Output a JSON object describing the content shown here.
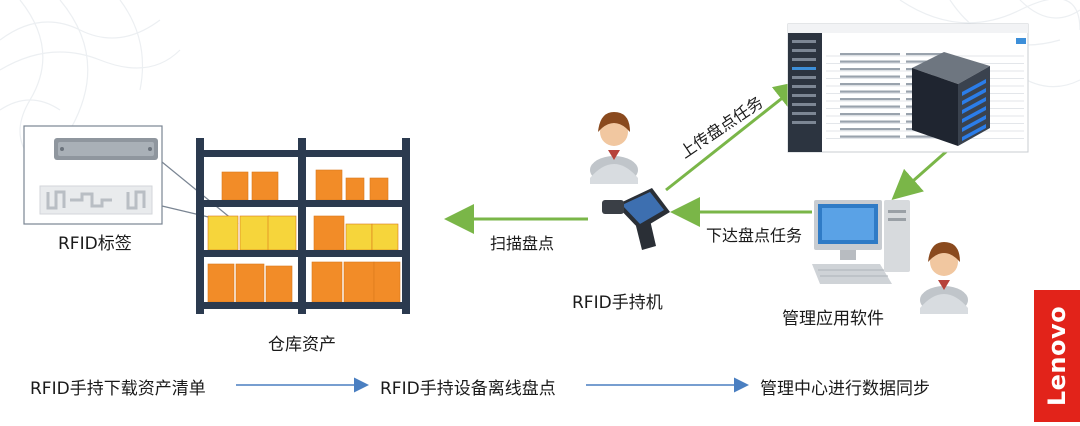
{
  "labels": {
    "rfid_tag": "RFID标签",
    "warehouse_assets": "仓库资产",
    "scan_inventory": "扫描盘点",
    "rfid_handheld": "RFID手持机",
    "upload_task": "上传盘点任务",
    "issue_task": "下达盘点任务",
    "management_software": "管理应用软件"
  },
  "process_steps": [
    "RFID手持下载资产清单",
    "RFID手持设备离线盘点",
    "管理中心进行数据同步"
  ],
  "brand": {
    "name": "Lenovo",
    "color": "#e2231a"
  },
  "colors": {
    "green_arrow": "#7ab648",
    "blue_arrow": "#4a7fc1",
    "shelf": "#2b3a4f",
    "box_orange": "#f28c28",
    "box_yellow": "#f6d53b"
  }
}
